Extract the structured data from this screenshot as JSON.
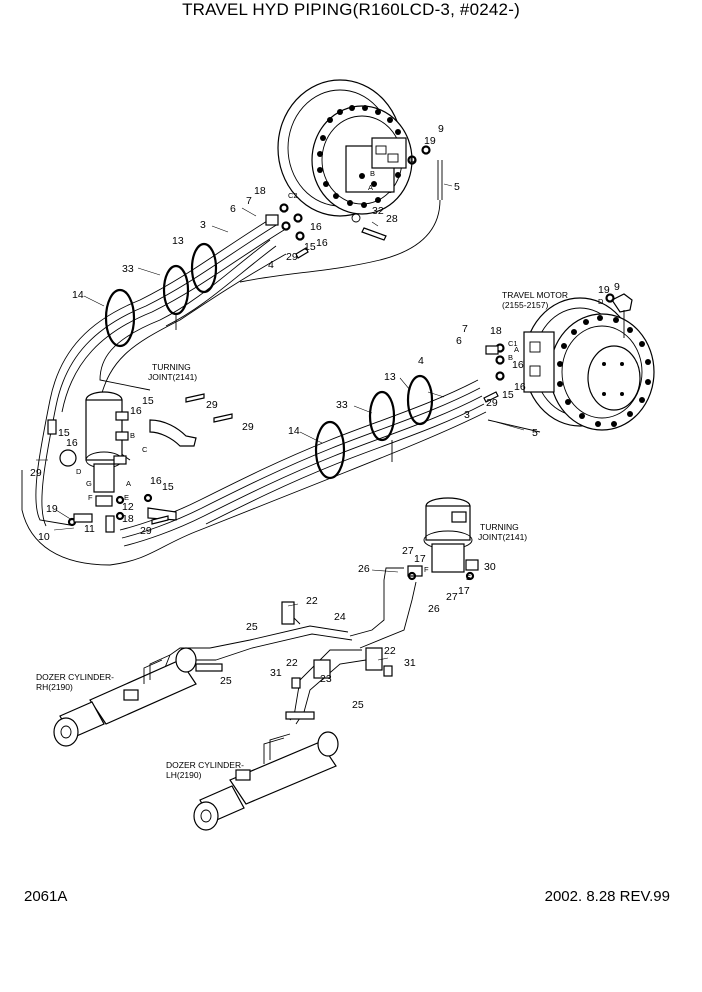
{
  "title": "TRAVEL HYD PIPING(R160LCD-3, #0242-)",
  "footer": {
    "left": "2061A",
    "right": "2002. 8.28 REV.99"
  },
  "captions": {
    "travel_motor_1": "TRAVEL MOTOR",
    "travel_motor_2": "(2155-2157)",
    "turning_joint_a1": "TURNING",
    "turning_joint_a2": "JOINT(2141)",
    "turning_joint_b1": "TURNING",
    "turning_joint_b2": "JOINT(2141)",
    "dozer_rh_1": "DOZER CYLINDER-",
    "dozer_rh_2": "RH(2190)",
    "dozer_lh_1": "DOZER CYLINDER-",
    "dozer_lh_2": "LH(2190)"
  },
  "port_letters": {
    "a": "A",
    "b": "B",
    "c": "C",
    "d": "D",
    "e": "E",
    "f": "F",
    "g": "G",
    "c1": "C1",
    "c2": "C2"
  },
  "callouts": {
    "n3": "3",
    "n4": "4",
    "n5": "5",
    "n6": "6",
    "n7": "7",
    "n9": "9",
    "n10": "10",
    "n11": "11",
    "n12": "12",
    "n13": "13",
    "n14": "14",
    "n15": "15",
    "n16": "16",
    "n17": "17",
    "n18": "18",
    "n19": "19",
    "n22": "22",
    "n23": "23",
    "n24": "24",
    "n25": "25",
    "n26": "26",
    "n27": "27",
    "n28": "28",
    "n29": "29",
    "n30": "30",
    "n31": "31",
    "n32": "32",
    "n33": "33"
  }
}
